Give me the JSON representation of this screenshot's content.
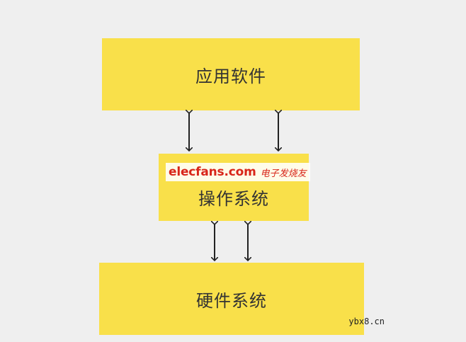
{
  "boxes": {
    "application": "应用软件",
    "os": "操作系统",
    "hardware": "硬件系统"
  },
  "colors": {
    "box_fill": "#f9e04a",
    "background": "#efefef",
    "arrow": "#222222",
    "watermark": "#d8261a"
  },
  "watermark": {
    "brand": "elecfans.com",
    "subtitle": "电子发烧友"
  },
  "site_credit": "ybx8.cn"
}
